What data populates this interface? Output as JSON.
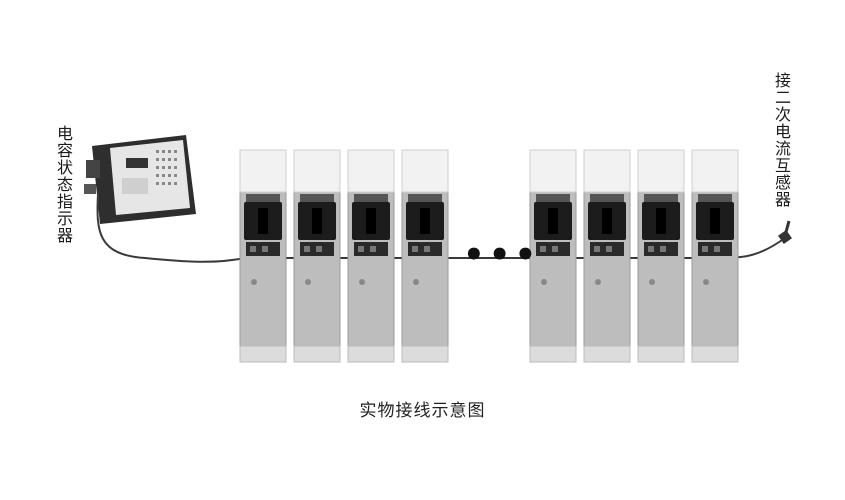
{
  "labels": {
    "left": "电容状态指示器",
    "right": "接二次电流互感器",
    "caption": "实物接线示意图",
    "ellipsis": "•••"
  },
  "modules": {
    "left_group_count": 4,
    "right_group_count": 4
  },
  "colors": {
    "module_body": "#bdbdbd",
    "module_top": "#f2f2f2",
    "breaker": "#1c1c1c",
    "cable": "#3a3a3a",
    "controller": "#2e2e2e",
    "controller_face": "#e6e6e6"
  }
}
